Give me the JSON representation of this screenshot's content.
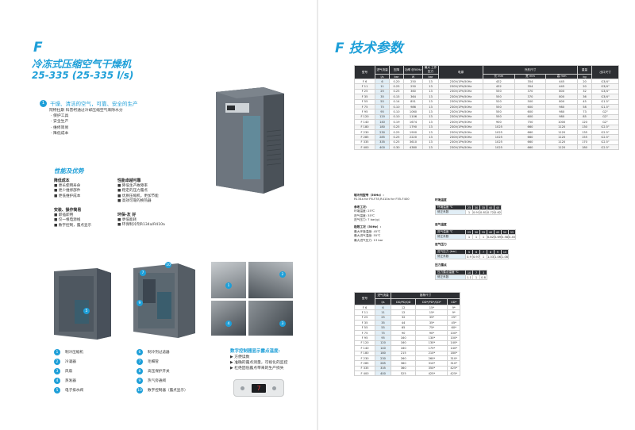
{
  "left": {
    "letter": "F",
    "title": "冷冻式压缩空气干燥机",
    "range": "25-335 (25-335 l/s)",
    "tagline_num": "1",
    "tagline": "干燥、清洁的空气，可靠、安全的生产",
    "intro": "阿特拉斯 科普柯通过冷却压缩空气来除水分",
    "intro_items": [
      "· 保护工具",
      "· 安全生产",
      "· 维修简易",
      "· 降低成本"
    ],
    "perf_heading": "性能及优势",
    "features": [
      {
        "hd": "降低成本",
        "items": [
          "■ 更长使用寿命",
          "■ 更少维修部件",
          "■ 更低维护成本"
        ]
      },
      {
        "hd": "性能卓越可靠",
        "items": [
          "■ 降低生产故障率",
          "■ 稳定的压力露点",
          "■ 优质压缩机，更加节能",
          "■ 高效可靠的换热器"
        ]
      },
      {
        "hd": "安装、操作简易",
        "items": [
          "■ 即插即用",
          "■ 仅一根电源线",
          "■ 数字控制，露点显示"
        ]
      },
      {
        "hd": "环保-友 好",
        "items": [
          "■ 更低能耗",
          "■ 环保制冷剂R134a/R410a"
        ]
      }
    ],
    "legend": [
      {
        "n": "1",
        "t": "制冷压缩机"
      },
      {
        "n": "2",
        "t": "冷凝器"
      },
      {
        "n": "3",
        "t": "风扇"
      },
      {
        "n": "4",
        "t": "蒸发器"
      },
      {
        "n": "5",
        "t": "电子排水阀"
      },
      {
        "n": "6",
        "t": "制冷剂过滤器"
      },
      {
        "n": "7",
        "t": "毛细管"
      },
      {
        "n": "8",
        "t": "高压保护开关"
      },
      {
        "n": "9",
        "t": "热气旁通阀"
      },
      {
        "n": "10",
        "t": "数字控制器（露点显示）"
      }
    ],
    "control_heading": "数字控制器显示露点温度:",
    "control_items": [
      "▶ 方便读数",
      "▶ 准确的露点测量，可视化的监控",
      "▶ 杜绝因低露点带来的生产损失"
    ],
    "panel_reading": "7",
    "colors": {
      "accent": "#1e9fd8",
      "dark": "#2d2f33"
    }
  },
  "right": {
    "title": "F 技术参数",
    "spec_head": [
      "型号",
      "进气流量",
      "压降",
      "功率 @50Hz",
      "最大 工作压力",
      "电源",
      "外形尺寸",
      "重量",
      "出口尺寸"
    ],
    "spec_dims": [
      "长",
      "宽",
      "高"
    ],
    "spec_units": [
      "",
      "l/s",
      "bar",
      "W",
      "bar",
      "",
      "mm",
      "mm",
      "mm",
      "kg",
      ""
    ],
    "spec_rows": [
      [
        "F 6",
        "6",
        "0.20",
        "250",
        "13",
        "230V/1Ph/50Hz",
        "432",
        "354",
        "445",
        "20",
        "G3/4\""
      ],
      [
        "F 11",
        "11",
        "0.25",
        "250",
        "13",
        "230V/1Ph/50Hz",
        "432",
        "354",
        "445",
        "20",
        "G3/4\""
      ],
      [
        "F 25",
        "25",
        "0.25",
        "360",
        "13",
        "230V/1Ph/50Hz",
        "550",
        "370",
        "800",
        "32",
        "G3/4\""
      ],
      [
        "F 35",
        "35",
        "0.15",
        "364",
        "13",
        "230V/1Ph/50Hz",
        "550",
        "370",
        "800",
        "36",
        "G3/4\""
      ],
      [
        "F 55",
        "55",
        "0.14",
        "851",
        "13",
        "230V/1Ph/50Hz",
        "520",
        "500",
        "800",
        "45",
        "G1.5\""
      ],
      [
        "F 75",
        "75",
        "0.10",
        "986",
        "13",
        "230V/1Ph/50Hz",
        "550",
        "600",
        "980",
        "58",
        "G1.5\""
      ],
      [
        "F 95",
        "95",
        "0.10",
        "1060",
        "13",
        "230V/1Ph/50Hz",
        "550",
        "600",
        "980",
        "73",
        "G2\""
      ],
      [
        "F 120",
        "120",
        "0.10",
        "1106",
        "13",
        "230V/1Ph/50Hz",
        "550",
        "600",
        "980",
        "85",
        "G2\""
      ],
      [
        "F 140",
        "140",
        "0.19",
        "1674",
        "13",
        "230V/1Ph/50Hz",
        "900",
        "750",
        "1000",
        "120",
        "G2\""
      ],
      [
        "F 180",
        "180",
        "0.25",
        "1790",
        "13",
        "230V/1Ph/50Hz",
        "1025",
        "660",
        "1120",
        "130",
        "G2.5\""
      ],
      [
        "F 230",
        "230",
        "0.25",
        "1900",
        "13",
        "230V/1Ph/50Hz",
        "1025",
        "660",
        "1120",
        "135",
        "G2.5\""
      ],
      [
        "F 285",
        "285",
        "0.25",
        "2220",
        "13",
        "230V/1Ph/50Hz",
        "1025",
        "660",
        "1120",
        "155",
        "G2.5\""
      ],
      [
        "F 335",
        "335",
        "0.25",
        "3610",
        "13",
        "230V/1Ph/50Hz",
        "1025",
        "660",
        "1120",
        "170",
        "G2.5\""
      ],
      [
        "F 400",
        "400",
        "0.30",
        "4380",
        "13",
        "230V/1Ph/50Hz",
        "1025",
        "660",
        "1120",
        "180",
        "G2.5\""
      ]
    ],
    "notes": [
      {
        "b": "制冷剂型号（50Hz）：",
        "t": "R134a for F6-F35,R410a for F55-F400"
      },
      {
        "b": "参考工况：",
        "t": "环境温度: 25℃"
      },
      {
        "b": "",
        "t": "进气温度: 35℃"
      },
      {
        "b": "",
        "t": "进气压力: 7 bar(g)"
      },
      {
        "b": "极限工况（50Hz）：",
        "t": "最大环境温度: 45℃"
      },
      {
        "b": "",
        "t": "最大进气温度: 55℃"
      },
      {
        "b": "",
        "t": "最大进气压力: 13 bar"
      }
    ],
    "corr1": {
      "title": "环境温度",
      "head": "环境温度 ℃",
      "hv": [
        "25",
        "30",
        "35",
        "40",
        "45"
      ],
      "row": "修正系数",
      "rv": [
        "1",
        "0.91",
        "0.81",
        "0.72",
        "0.62"
      ]
    },
    "corr2": {
      "title": "进气温度",
      "head": "进气温度 ℃",
      "hv": [
        "25",
        "30",
        "35",
        "40",
        "45",
        "50",
        "55"
      ],
      "row": "修正系数",
      "rv": [
        "1",
        "1",
        "1",
        "0.82",
        "0.69",
        "0.58",
        "0.45"
      ]
    },
    "corr3": {
      "title": "进气压力",
      "head": "进气压力 (bar)",
      "hv": [
        "5",
        "6",
        "7",
        "8",
        "9",
        "10"
      ],
      "row": "修正系数",
      "rv": [
        "0.9",
        "0.97",
        "1",
        "1.03",
        "1.06",
        "1.08"
      ]
    },
    "corr4": {
      "title": "压力露点",
      "head": "压力露点温度 ℃",
      "hv": [
        "10",
        "7",
        "3"
      ],
      "row": "修正系数",
      "rv": [
        "1.1",
        "1",
        "0.8"
      ]
    },
    "dew_head": [
      "型号",
      "进气流量",
      "推荐尺寸"
    ],
    "dew_sub": [
      "",
      "l/s",
      "DD/PD/QD",
      "DD*/PD*/QD*",
      "UD*"
    ],
    "dew_rows": [
      [
        "F 6",
        "6",
        "12",
        "15*",
        "9*"
      ],
      [
        "F 11",
        "11",
        "12",
        "15*",
        "9*"
      ],
      [
        "F 25",
        "25",
        "32",
        "35*",
        "25*"
      ],
      [
        "F 35",
        "35",
        "44",
        "35*",
        "45*"
      ],
      [
        "F 55",
        "55",
        "65",
        "75*",
        "60*"
      ],
      [
        "F 75",
        "75",
        "90",
        "90*",
        "100*"
      ],
      [
        "F 95",
        "95",
        "160",
        "130*",
        "100*"
      ],
      [
        "F 120",
        "120",
        "160",
        "130*",
        "140*"
      ],
      [
        "F 140",
        "140",
        "160",
        "175*",
        "140*"
      ],
      [
        "F 180",
        "180",
        "215",
        "210*",
        "180*"
      ],
      [
        "F 230",
        "230",
        "260",
        "260*",
        "310*"
      ],
      [
        "F 285",
        "285",
        "360",
        "310*",
        "310*"
      ],
      [
        "F 335",
        "335",
        "360",
        "350*",
        "425*"
      ],
      [
        "F 400",
        "400",
        "525",
        "425*",
        "425*"
      ]
    ]
  }
}
